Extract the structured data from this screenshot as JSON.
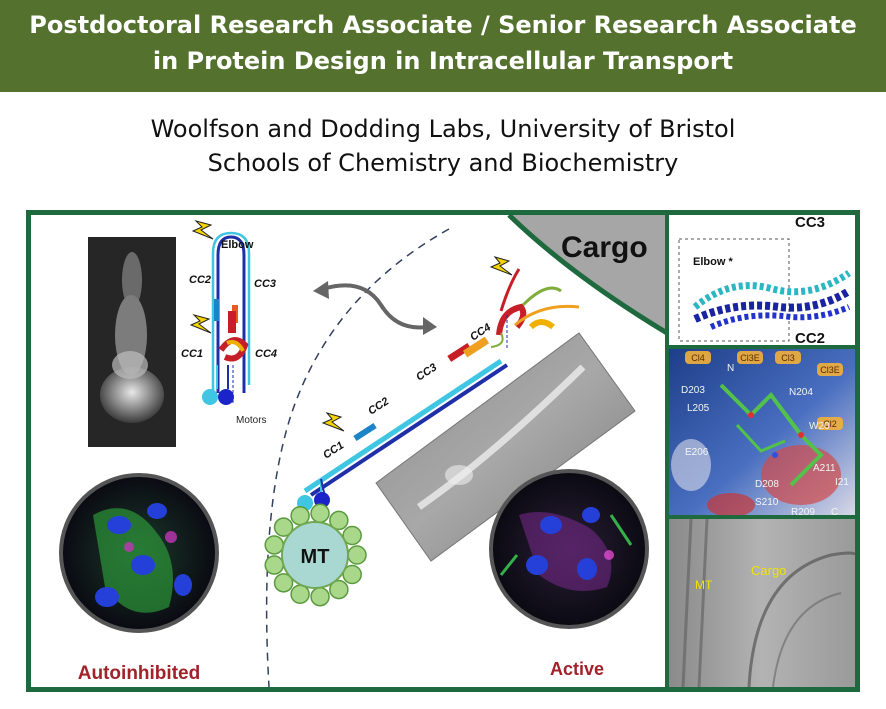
{
  "header": {
    "title_line1": "Postdoctoral Research Associate / Senior Research Associate",
    "title_line2": "in Protein Design in Intracellular Transport"
  },
  "subtitle": {
    "line1": "Woolfson and Dodding Labs, University of Bristol",
    "line2": "Schools of Chemistry and Biochemistry"
  },
  "figure": {
    "diagram_labels": {
      "elbow": "Elbow",
      "cc2": "CC2",
      "cc3": "CC3",
      "cc1": "CC1",
      "cc4": "CC4",
      "motors": "Motors"
    },
    "main_labels": {
      "cargo": "Cargo",
      "mt": "MT",
      "cc1": "CC1",
      "cc2": "CC2",
      "cc3": "CC3",
      "cc4": "CC4"
    },
    "state_labels": {
      "autoinhibited": "Autoinhibited",
      "active": "Active"
    },
    "structure_panel": {
      "cc3": "CC3",
      "elbow": "Elbow *",
      "cc2": "CC2"
    },
    "surface_panel": {
      "tags": [
        "Cl4",
        "Cl3E",
        "Cl3",
        "Cl3E",
        "Cl2"
      ],
      "residues": [
        "N",
        "D203",
        "N204",
        "L205",
        "W20",
        "E206",
        "A211",
        "D208",
        "I21",
        "S210",
        "R209",
        "C"
      ]
    },
    "em_panel": {
      "mt": "MT",
      "cargo": "Cargo"
    },
    "colors": {
      "header_green": "#54722e",
      "frame_green": "#1e6a3e",
      "cargo_gray": "#a6a6a6",
      "state_red": "#a0222a"
    }
  }
}
